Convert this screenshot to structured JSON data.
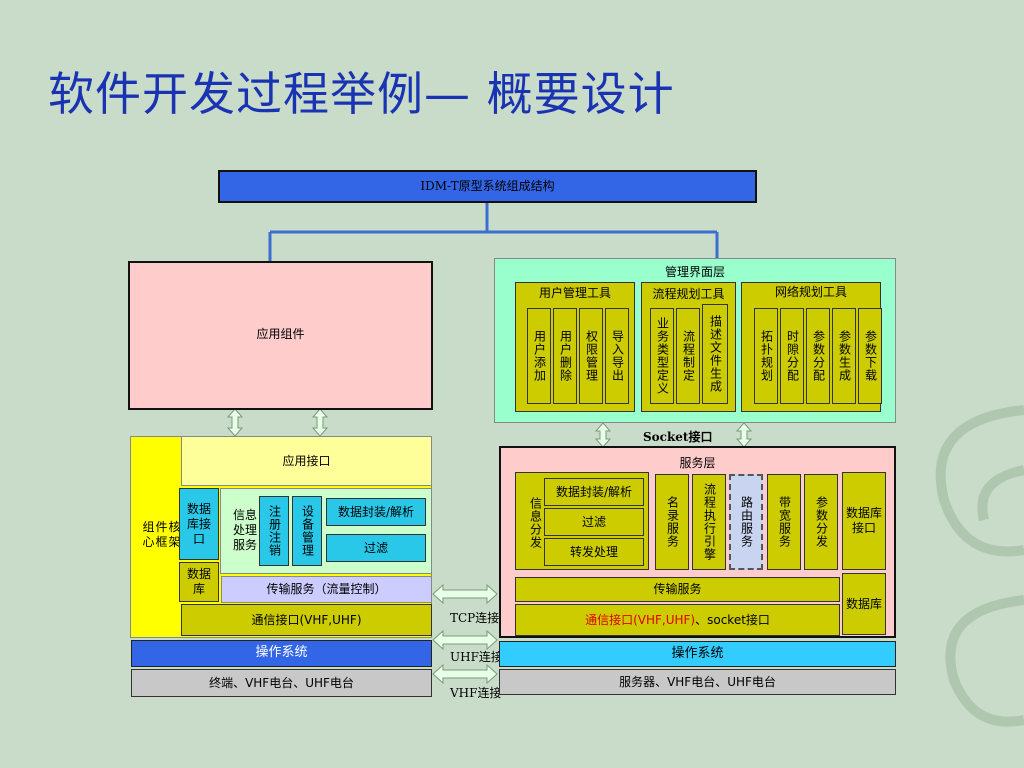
{
  "title": "软件开发过程举例— 概要设计",
  "diagram": {
    "top": "IDM-T原型系统组成结构",
    "app_component": "应用组件",
    "mgmt": {
      "label": "管理界面层",
      "user_tools": "用户管理工具",
      "user_items": [
        "用户添加",
        "用户删除",
        "权限管理",
        "导入导出"
      ],
      "flow_tools": "流程规划工具",
      "flow_items": [
        "业务类型定义",
        "流程制定",
        "描述文件生成"
      ],
      "net_tools": "网络规划工具",
      "net_items": [
        "拓扑规划",
        "时隙分配",
        "参数分配",
        "参数生成",
        "参数下载"
      ]
    },
    "socket_label": "Socket接口",
    "left": {
      "core": "组件核心框架",
      "app_api": "应用接口",
      "db_api": "数据库接口",
      "db": "数据库",
      "info_svc": "信息处理服务",
      "reg": "注册注销",
      "dev": "设备管理",
      "pack": "数据封装/解析",
      "filter": "过滤",
      "transport": "传输服务（流量控制）",
      "comm": "通信接口(VHF,UHF)",
      "os": "操作系统",
      "hw": "终端、VHF电台、UHF电台"
    },
    "right": {
      "svc_layer": "服务层",
      "info_dist": "信息分发",
      "pack": "数据封装/解析",
      "filter": "过滤",
      "forward": "转发处理",
      "naming": "名录服务",
      "flow_engine": "流程执行引擎",
      "routing": "路由服务",
      "bandwidth": "带宽服务",
      "param_dist": "参数分发",
      "db_api": "数据库接口",
      "db": "数据库",
      "transport": "传输服务",
      "comm_red": "通信接口(VHF,UHF)",
      "comm_rest": "、socket接口",
      "os": "操作系统",
      "hw": "服务器、VHF电台、UHF电台"
    },
    "links": [
      "TCP连接",
      "UHF连接",
      "VHF连接"
    ]
  }
}
